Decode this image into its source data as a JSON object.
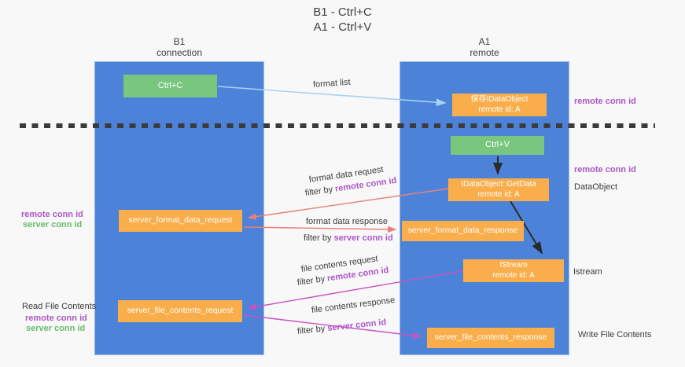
{
  "title": {
    "line1": "B1 - Ctrl+C",
    "line2": "A1 - Ctrl+V"
  },
  "columns": {
    "left": {
      "name": "B1",
      "subtitle": "connection"
    },
    "right": {
      "name": "A1",
      "subtitle": "remote"
    }
  },
  "boxes": {
    "ctrl_c": "Ctrl+C",
    "ctrl_v": "Ctrl+V",
    "save_idataobject": {
      "line1": "保存IDataObject",
      "line2": "remote id: A"
    },
    "getdata": {
      "line1": "IDataObject::GetData",
      "line2": "remote id: A"
    },
    "istream": {
      "line1": "IStream",
      "line2": "remote id: A"
    },
    "server_format_data_request": "server_format_data_request",
    "server_format_data_response": "server_format_data_response",
    "server_file_contents_request": "server_file_contents_request",
    "server_file_contents_response": "server_file_contents_response"
  },
  "arrow_labels": {
    "format_list": "format list",
    "format_data_request": "format data request",
    "format_data_response": "format data response",
    "file_contents_request": "file contents request",
    "file_contents_response": "file contents response",
    "filter_by": "filter by ",
    "remote_conn_id": "remote conn id",
    "server_conn_id": "server conn id"
  },
  "side_labels": {
    "remote_conn_id": "remote conn id",
    "server_conn_id": "server conn id",
    "dataobject": "DataObject",
    "istream": "Istream",
    "read_file_contents": "Read File Contents",
    "write_file_contents": "Write File Contents"
  },
  "colors": {
    "column_blue": "#4c83d9",
    "box_green": "#79c67f",
    "box_orange": "#f9ae4b",
    "arrow_lightblue": "#a8d2f0",
    "arrow_salmon": "#e88078",
    "arrow_magenta": "#cb51c3",
    "arrow_black": "#2b2b2b",
    "text_purple": "#ab57c5",
    "text_green": "#66bd6a"
  }
}
